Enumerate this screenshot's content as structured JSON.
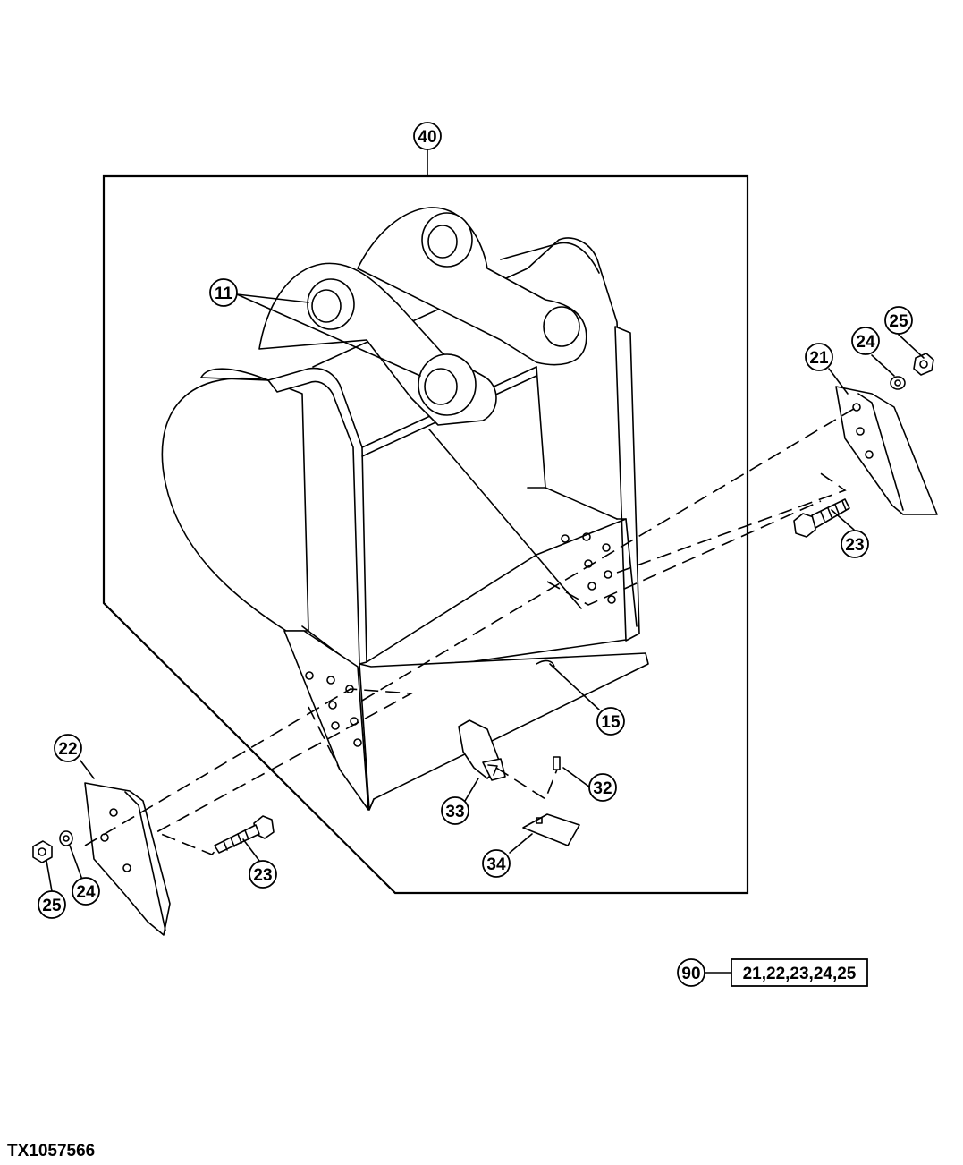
{
  "figure_id": "TX1057566",
  "callouts": [
    {
      "key": "c40",
      "label": "40"
    },
    {
      "key": "c11",
      "label": "11"
    },
    {
      "key": "c21",
      "label": "21"
    },
    {
      "key": "c24r",
      "label": "24"
    },
    {
      "key": "c25r",
      "label": "25"
    },
    {
      "key": "c23r",
      "label": "23"
    },
    {
      "key": "c15",
      "label": "15"
    },
    {
      "key": "c22",
      "label": "22"
    },
    {
      "key": "c32",
      "label": "32"
    },
    {
      "key": "c33",
      "label": "33"
    },
    {
      "key": "c23l",
      "label": "23"
    },
    {
      "key": "c34",
      "label": "34"
    },
    {
      "key": "c25l",
      "label": "25"
    },
    {
      "key": "c24l",
      "label": "24"
    },
    {
      "key": "c90",
      "label": "90"
    }
  ],
  "kit": {
    "contents": "21,22,23,24,25"
  }
}
